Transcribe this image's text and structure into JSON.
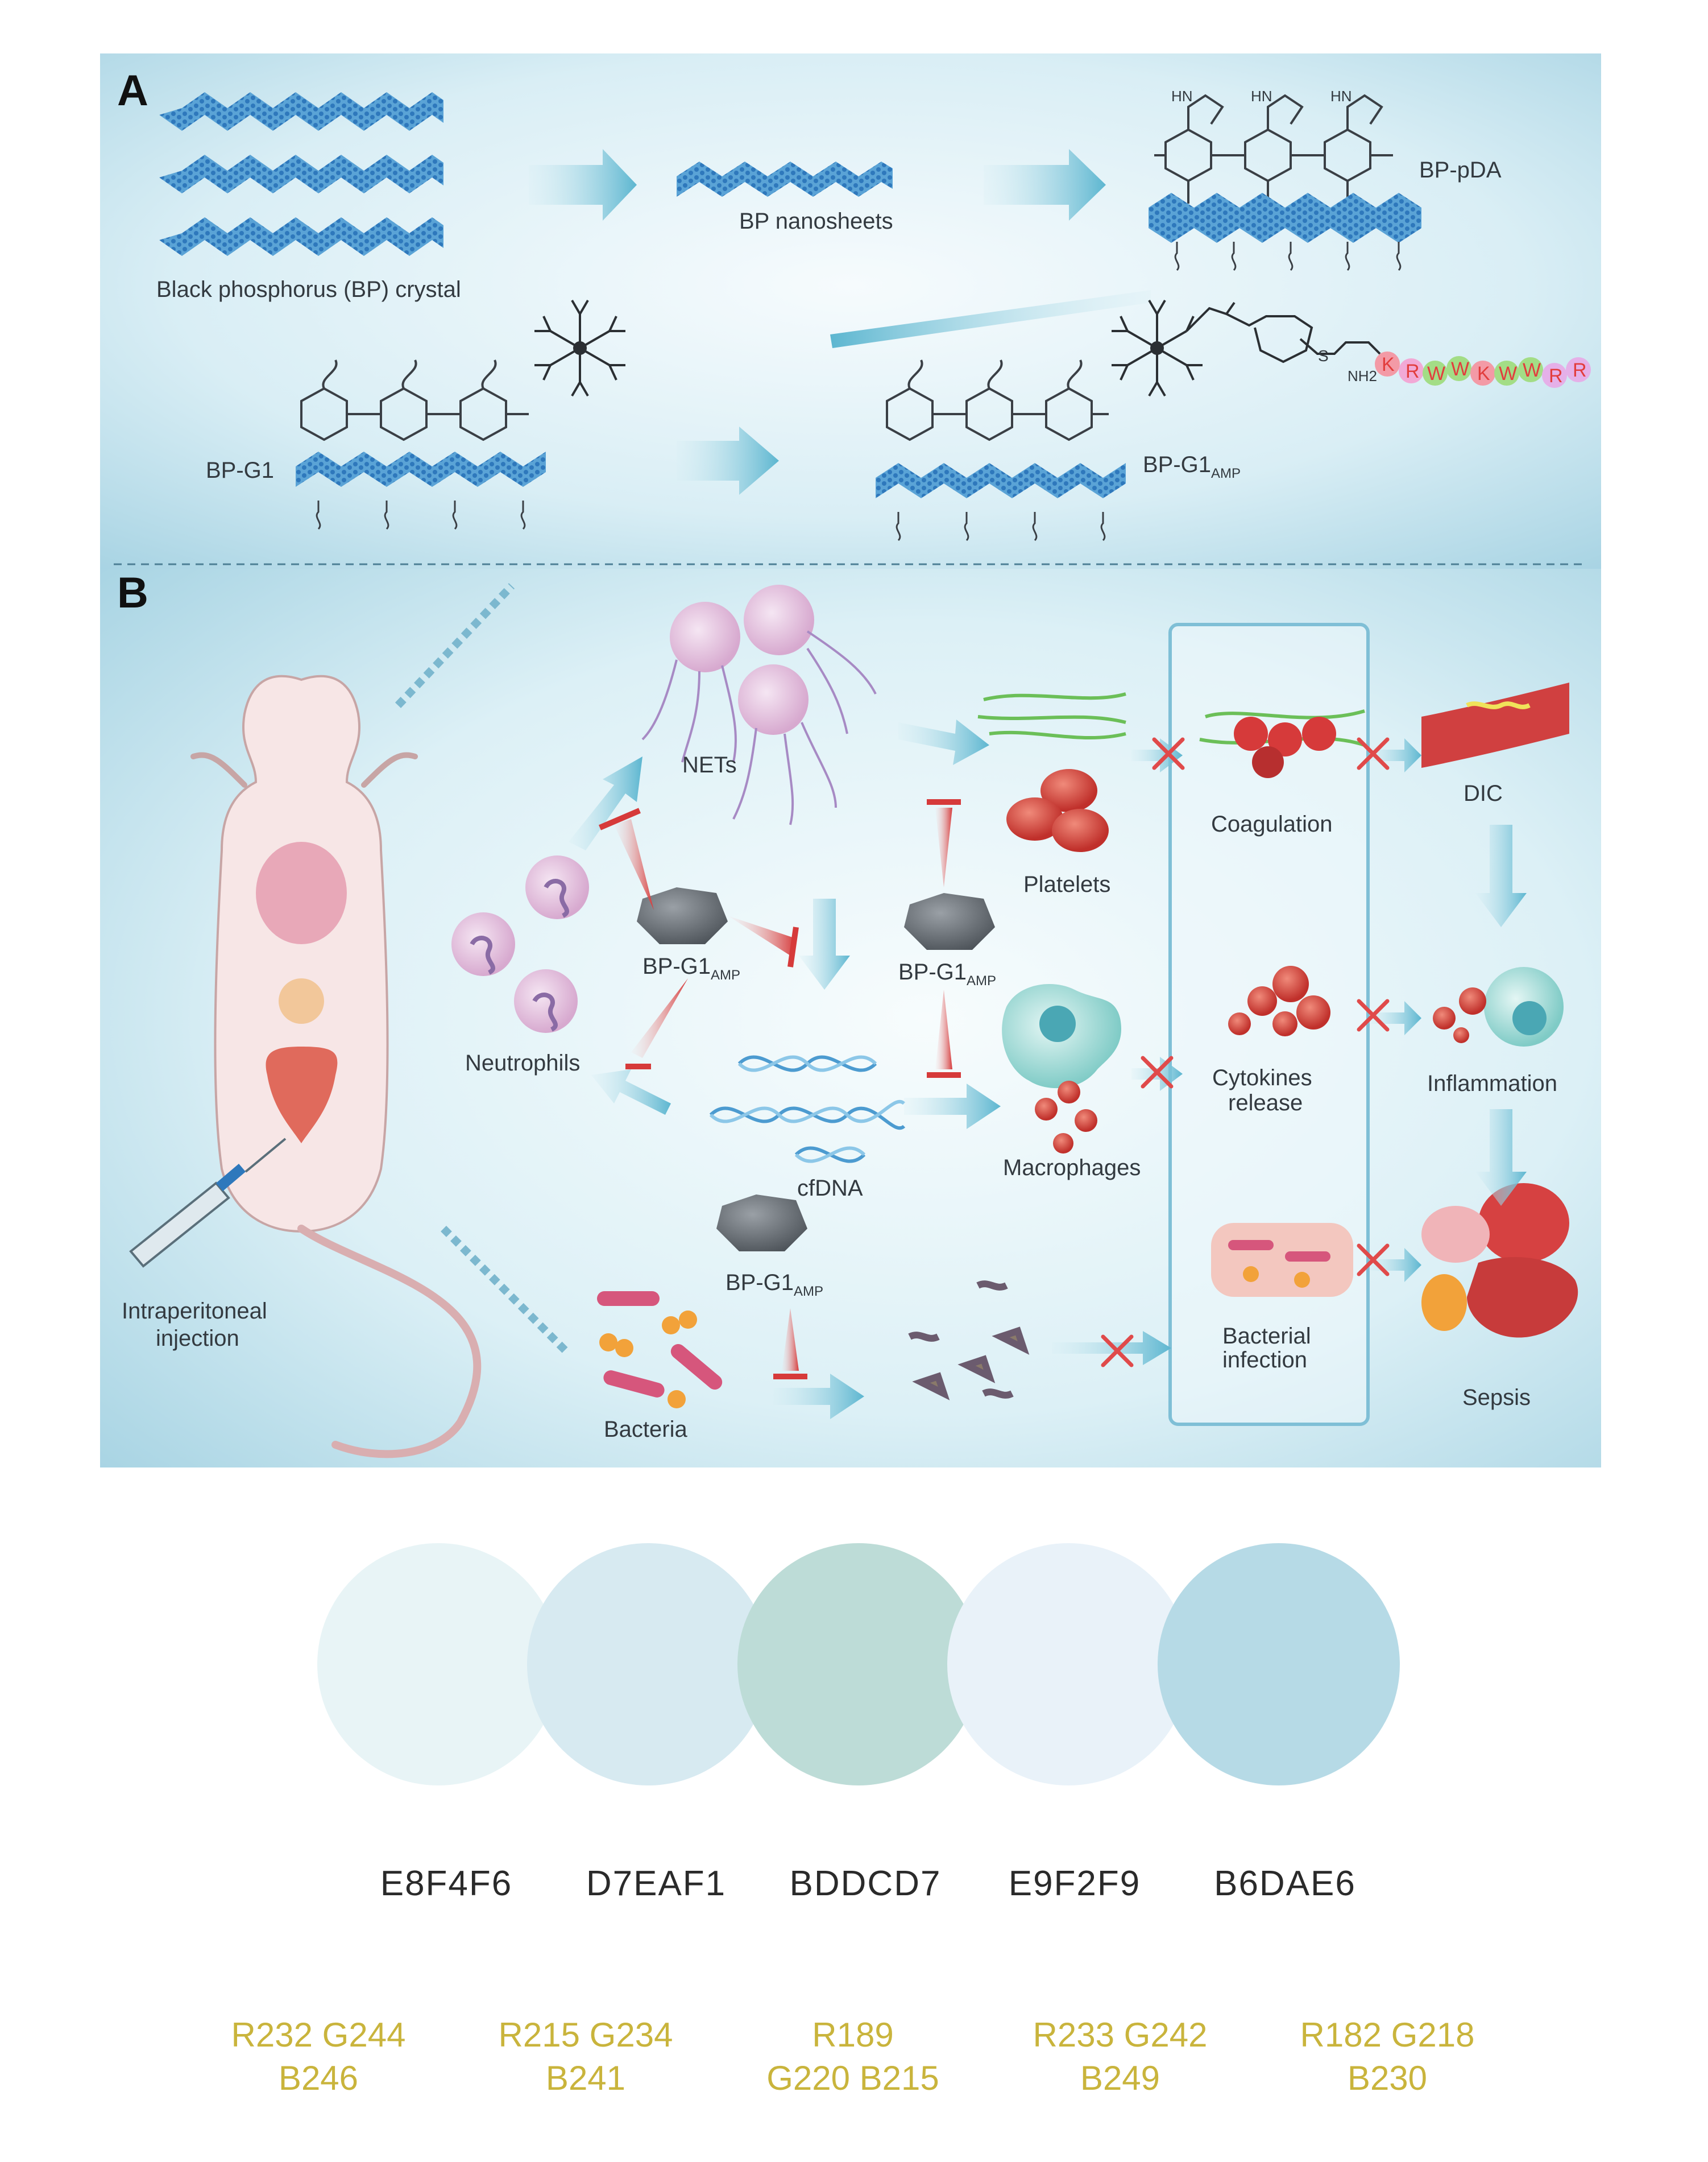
{
  "figure": {
    "panel_a": {
      "letter": "A",
      "crystal_label": "Black phosphorus (BP) crystal",
      "nanosheets_label": "BP nanosheets",
      "pda_label": "BP-pDA",
      "g1_label": "BP-G1",
      "g1amp_label": "BP-G1",
      "amp_sub": "AMP",
      "sequence": [
        "K",
        "R",
        "W",
        "W",
        "K",
        "W",
        "W",
        "R",
        "R"
      ],
      "nh_label": "HN",
      "nh2_label": "NH2",
      "s_label": "S"
    },
    "panel_b": {
      "letter": "B",
      "injection_label": [
        "Intraperitoneal",
        "injection"
      ],
      "nets_label": "NETs",
      "neutrophils_label": "Neutrophils",
      "cfdna_label": "cfDNA",
      "bacteria_label": "Bacteria",
      "platelets_label": "Platelets",
      "macrophages_label": "Macrophages",
      "bpg1_label": "BP-G1",
      "amp_sub": "AMP",
      "coagulation_label": "Coagulation",
      "cytokines_label": [
        "Cytokines",
        "release"
      ],
      "bacterial_infection_label": [
        "Bacterial",
        "infection"
      ],
      "dic_label": "DIC",
      "inflammation_label": "Inflammation",
      "sepsis_label": "Sepsis"
    }
  },
  "palette": [
    {
      "hex": "E8F4F6",
      "color": "#E8F4F6",
      "rgb_lines": [
        "R232 G244",
        "B246"
      ]
    },
    {
      "hex": "D7EAF1",
      "color": "#D7EAF1",
      "rgb_lines": [
        "R215 G234",
        "B241"
      ]
    },
    {
      "hex": "BDDCD7",
      "color": "#BDDCD7",
      "rgb_lines": [
        "R189",
        "G220 B215"
      ]
    },
    {
      "hex": "E9F2F9",
      "color": "#E9F2F9",
      "rgb_lines": [
        "R233 G242",
        "B249"
      ]
    },
    {
      "hex": "B6DAE6",
      "color": "#B6DAE6",
      "rgb_lines": [
        "R182 G218",
        "B230"
      ]
    }
  ]
}
